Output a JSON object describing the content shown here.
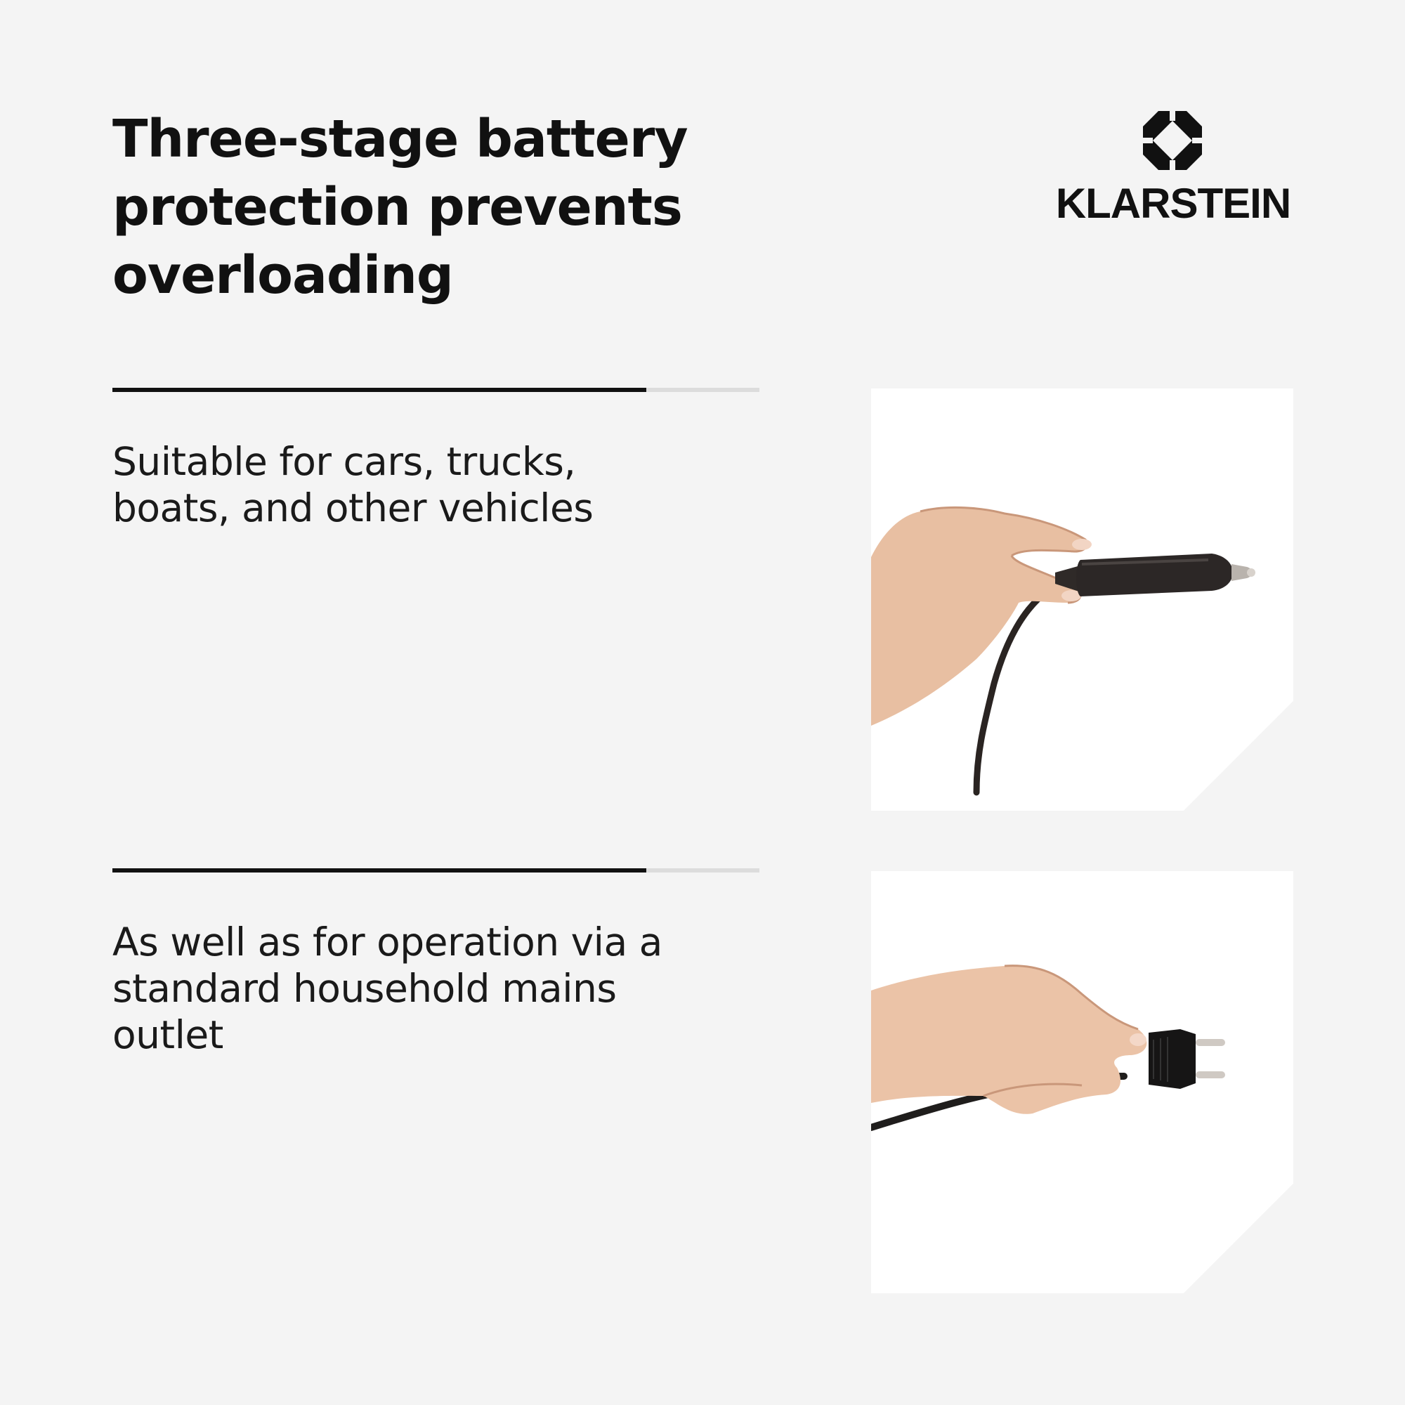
{
  "headline": "Three-stage battery protection prevents overloading",
  "brand": {
    "name": "KLARSTEIN",
    "icon": "klarstein-diamond-logo"
  },
  "features": [
    {
      "text": "Suitable for cars, trucks, boats, and other vehicles",
      "divider_progress": 0.825,
      "image": "hand-holding-car-cigarette-lighter-plug"
    },
    {
      "text": "As well as for operation via a standard household mains outlet",
      "divider_progress": 0.825,
      "image": "hand-holding-europlug-mains-plug"
    }
  ],
  "colors": {
    "background": "#f4f4f4",
    "text": "#111111",
    "divider_fill": "#111111",
    "divider_track": "#dcdcdc",
    "card": "#ffffff"
  }
}
